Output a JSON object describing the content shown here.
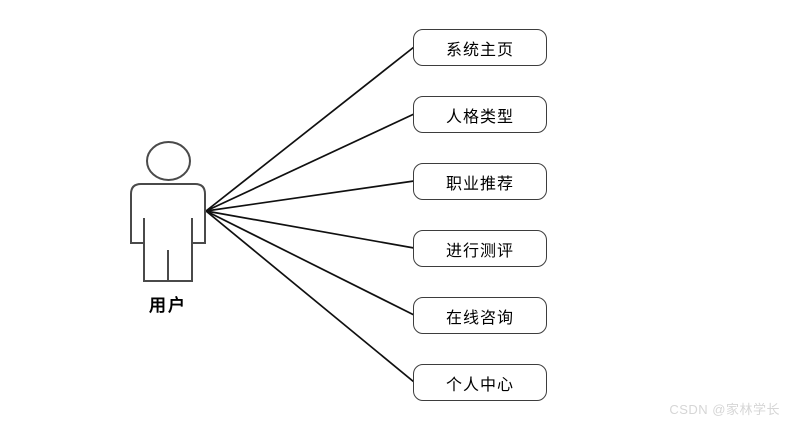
{
  "colors": {
    "background": "#ffffff",
    "connector": "#101010",
    "box_border": "#3d3d3d",
    "box_fill": "#ffffff",
    "actor_outline": "#4a4a4a",
    "text": "#000000",
    "watermark_color": "#d6d6d6"
  },
  "diagram": {
    "type": "use-case-diagram",
    "actor": {
      "label": "用户"
    },
    "usecases": [
      {
        "label": "系统主页"
      },
      {
        "label": "人格类型"
      },
      {
        "label": "职业推荐"
      },
      {
        "label": "进行测评"
      },
      {
        "label": "在线咨询"
      },
      {
        "label": "个人中心"
      }
    ],
    "watermark": "CSDN @家林学长"
  }
}
